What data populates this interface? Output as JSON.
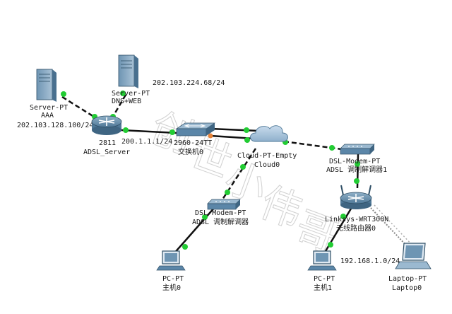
{
  "nodes": {
    "server_aaa": {
      "type": "Server-PT",
      "name": "AAA",
      "ip": "202.103.128.100/24"
    },
    "server_dns": {
      "type": "Server-PT",
      "name": "DNS+WEB",
      "ip": "202.103.224.68/24"
    },
    "router_2811": {
      "type": "2811",
      "name": "ADSL_Server",
      "ip": "200.1.1.1/24"
    },
    "switch": {
      "type": "2960-24TT",
      "name": "交换机0"
    },
    "cloud": {
      "type": "Cloud-PT-Empty",
      "name": "Cloud0"
    },
    "modem1": {
      "type": "DSL-Modem-PT",
      "name": "ADSL 调制解调器1"
    },
    "modem0": {
      "type": "DSL-Modem-PT",
      "name": "ADSL 调制解调器"
    },
    "wireless_router": {
      "type": "Linksys-WRT300N",
      "name": "无线路由器0",
      "ip": "192.168.1.0/24"
    },
    "pc0": {
      "type": "PC-PT",
      "name": "主机0"
    },
    "pc1": {
      "type": "PC-PT",
      "name": "主机1"
    },
    "laptop": {
      "type": "Laptop-PT",
      "name": "Laptop0"
    }
  },
  "watermark": [
    "创",
    "世",
    "小",
    "伟",
    "哥"
  ],
  "colors": {
    "link": "#111111",
    "link_dot": "#22cc33",
    "link_dot_alt": "#e8853a",
    "wireless": "#8a8a8a",
    "device_blue": "#5b86a8",
    "watermark": "#cfcfcf"
  }
}
